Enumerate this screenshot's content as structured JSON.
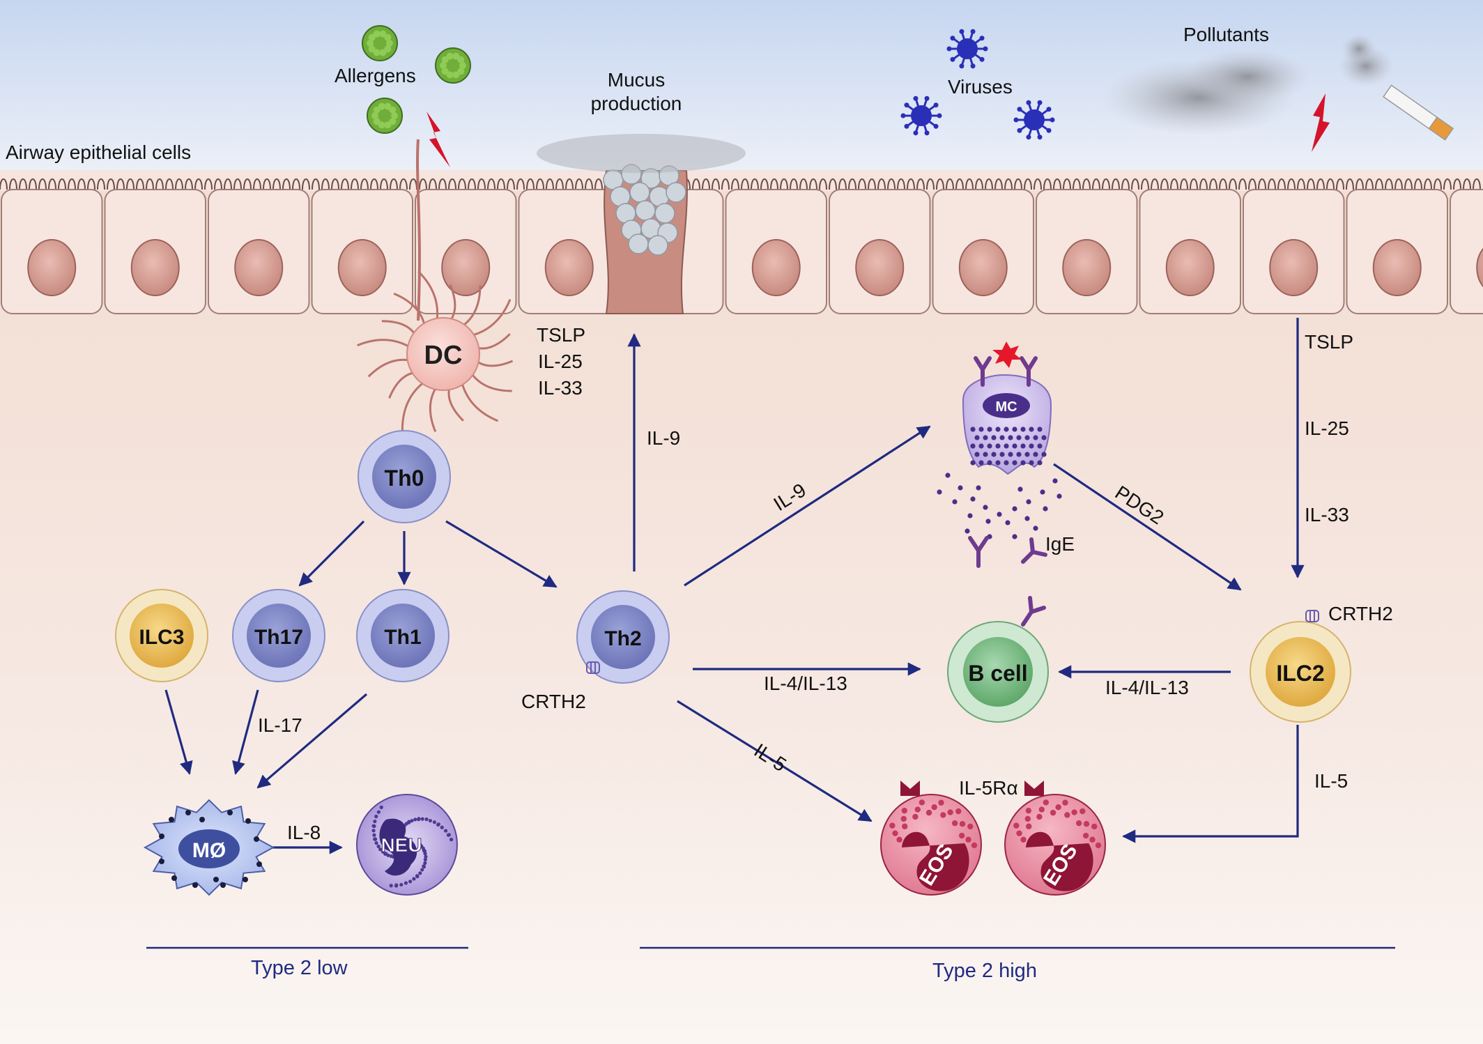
{
  "colors": {
    "arrow": "#1f2a80",
    "sky_top": "#c9d8f0",
    "tissue": "#f3dfd6",
    "epithelium_fill": "#f6e4de",
    "nucleus": "#d9a49a",
    "th_cell": "#b9c0ea",
    "ilc": "#f3cf7a",
    "b_cell": "#9fd0a8",
    "eosinophil": "#c33a5e",
    "mast_cell": "#c7b7ea",
    "allergen": "#6fae3a",
    "virus": "#2a2fb8",
    "lightning": "#d4142a"
  },
  "icons": [
    "allergen-icon",
    "lightning-icon",
    "virus-icon",
    "smoke-icon",
    "cigarette-icon",
    "ige-antibody-icon",
    "crth2-receptor-icon",
    "il5r-receptor-icon",
    "granule-icon"
  ],
  "top": {
    "epithelium_label": "Airway epithelial cells",
    "allergens": "Allergens",
    "mucus_line1": "Mucus",
    "mucus_line2": "production",
    "viruses": "Viruses",
    "pollutants": "Pollutants"
  },
  "cells": {
    "dc": "DC",
    "th0": "Th0",
    "ilc3": "ILC3",
    "th17": "Th17",
    "th1": "Th1",
    "th2": "Th2",
    "mc": "MC",
    "b_cell": "B cell",
    "ilc2": "ILC2",
    "macrophage": "MØ",
    "neutrophil": "NEU",
    "eos1": "EOS",
    "eos2": "EOS"
  },
  "labels": {
    "tslp_left": "TSLP",
    "il25_left": "IL-25",
    "il33_left": "IL-33",
    "il9_up": "IL-9",
    "il9_mc": "IL-9",
    "pdg2": "PDG2",
    "ige": "IgE",
    "tslp_right": "TSLP",
    "il25_right": "IL-25",
    "il33_right": "IL-33",
    "crth2_th2": "CRTH2",
    "crth2_ilc2": "CRTH2",
    "il4_il13_th2": "IL-4/IL-13",
    "il4_il13_ilc2": "IL-4/IL-13",
    "il5_th2": "IL-5",
    "il5_ilc2": "IL-5",
    "il5ra": "IL-5Rα",
    "il17": "IL-17",
    "il8": "IL-8"
  },
  "footer": {
    "type2_low": "Type 2 low",
    "type2_high": "Type 2 high"
  }
}
